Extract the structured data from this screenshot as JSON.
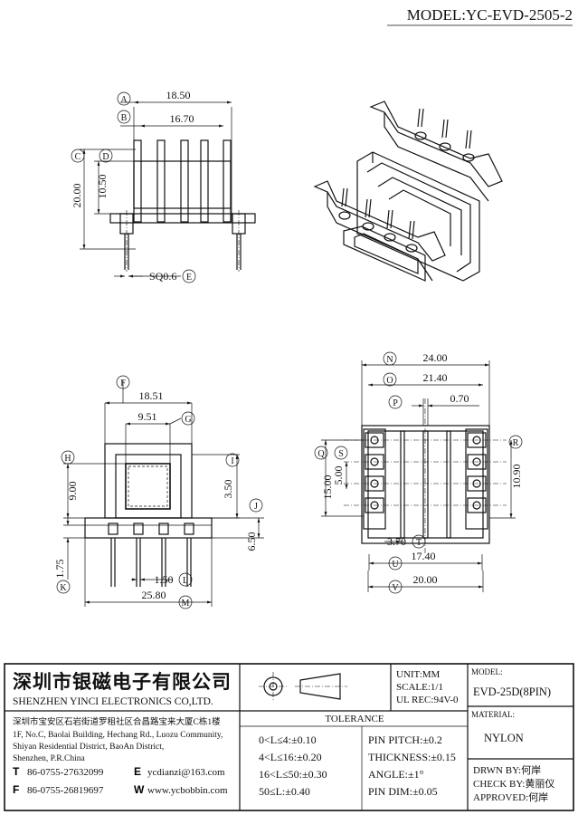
{
  "model_label": "MODEL:YC-EVD-2505-2",
  "views": {
    "front": {
      "callouts": [
        "A",
        "B",
        "C",
        "D",
        "E"
      ],
      "dims": {
        "a": "18.50",
        "b": "16.70",
        "c": "20.00",
        "d": "10.50",
        "e": "SQ0.6"
      }
    },
    "top": {
      "callouts": [
        "F",
        "G",
        "H",
        "I",
        "J",
        "K",
        "L",
        "M"
      ],
      "dims": {
        "f": "18.51",
        "g": "9.51",
        "h": "9.00",
        "i": "3.50",
        "j": "6.50",
        "k": "1.75",
        "l": "1.50",
        "m": "25.80"
      }
    },
    "bottom": {
      "callouts": [
        "N",
        "O",
        "P",
        "Q",
        "R",
        "S",
        "T",
        "U",
        "V"
      ],
      "dims": {
        "n": "24.00",
        "o": "21.40",
        "p": "0.70",
        "q": "15.00",
        "r": "10.90",
        "s": "5.00",
        "t": "3.70",
        "u": "17.40",
        "v": "20.00"
      }
    }
  },
  "title_block": {
    "company_cn": "深圳市银磁电子有限公司",
    "company_en": "SHENZHEN YINCI ELECTRONICS CO,LTD.",
    "address_cn": "深圳市宝安区石岩街道罗租社区合昌路宝来大厦C栋1楼",
    "address_en_1": "1F, No.C, Baolai Building, Hechang Rd., Luozu Community,",
    "address_en_2": "Shiyan Residential District, BaoAn District,",
    "address_en_3": "Shenzhen, P.R.China",
    "tel_letter": "T",
    "tel": "86-0755-27632099",
    "fax_letter": "F",
    "fax": "86-0755-26819697",
    "email_letter": "E",
    "email": "ycdianzi@163.com",
    "web_letter": "W",
    "web": "www.ycbobbin.com",
    "unit": "UNIT:MM",
    "scale": "SCALE:1/1",
    "ul": "UL REC:94V-0",
    "model_heading": "MODEL:",
    "model_value": "EVD-25D(8PIN)",
    "material_heading": "MATERIAL:",
    "material_value": "NYLON",
    "tolerance_heading": "TOLERANCE",
    "tolerances": [
      "0<L≤4:±0.10",
      "4<L≤16:±0.20",
      "16<L≤50:±0.30",
      "50≤L:±0.40"
    ],
    "specs": [
      "PIN PITCH:±0.2",
      "THICKNESS:±0.15",
      "ANGLE:±1°",
      "PIN DIM:±0.05"
    ],
    "drawn": "DRWN BY:何岸",
    "check": "CHECK BY:黄丽仪",
    "approved": "APPROVED:何岸"
  }
}
